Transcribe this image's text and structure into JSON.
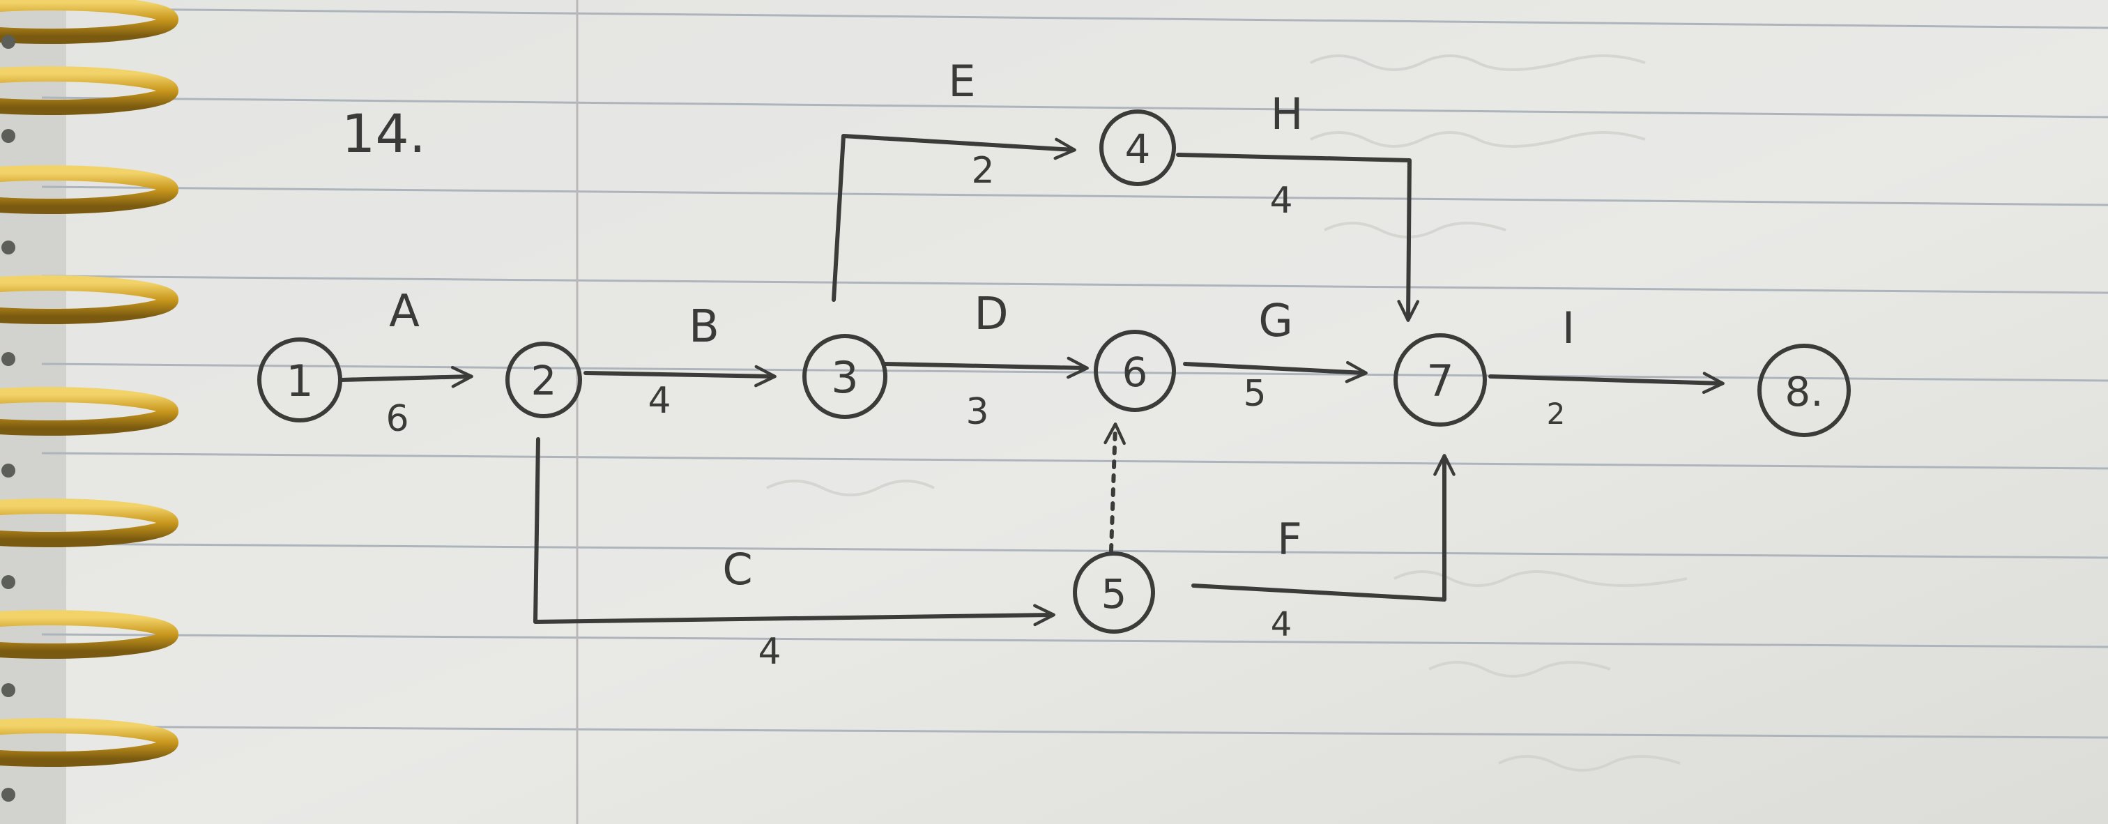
{
  "problem_number": "14.",
  "nodes": [
    {
      "id": "n1",
      "label": "1"
    },
    {
      "id": "n2",
      "label": "2"
    },
    {
      "id": "n3",
      "label": "3"
    },
    {
      "id": "n4",
      "label": "4"
    },
    {
      "id": "n5",
      "label": "5"
    },
    {
      "id": "n6",
      "label": "6"
    },
    {
      "id": "n7",
      "label": "7"
    },
    {
      "id": "n8",
      "label": "8."
    }
  ],
  "activities": [
    {
      "id": "A",
      "name": "A",
      "duration": "6",
      "from": "1",
      "to": "2"
    },
    {
      "id": "B",
      "name": "B",
      "duration": "4",
      "from": "2",
      "to": "3"
    },
    {
      "id": "C",
      "name": "C",
      "duration": "4",
      "from": "2",
      "to": "5"
    },
    {
      "id": "D",
      "name": "D",
      "duration": "3",
      "from": "3",
      "to": "6"
    },
    {
      "id": "E",
      "name": "E",
      "duration": "2",
      "from": "3",
      "to": "4"
    },
    {
      "id": "F",
      "name": "F",
      "duration": "4",
      "from": "5",
      "to": "7"
    },
    {
      "id": "G",
      "name": "G",
      "duration": "5",
      "from": "6",
      "to": "7"
    },
    {
      "id": "H",
      "name": "H",
      "duration": "4",
      "from": "4",
      "to": "7"
    },
    {
      "id": "I",
      "name": "I",
      "duration": "2",
      "from": "7",
      "to": "8"
    }
  ],
  "dummy_activity": {
    "from": "5",
    "to": "6",
    "style": "dashed"
  },
  "colors": {
    "paper": "#e6e6e2",
    "ink": "#3b3c39",
    "rule_line": "#aab0b8",
    "margin_line": "#b9b2b4",
    "ring_gold": "#c99a1e",
    "background": "#8a8c86"
  }
}
